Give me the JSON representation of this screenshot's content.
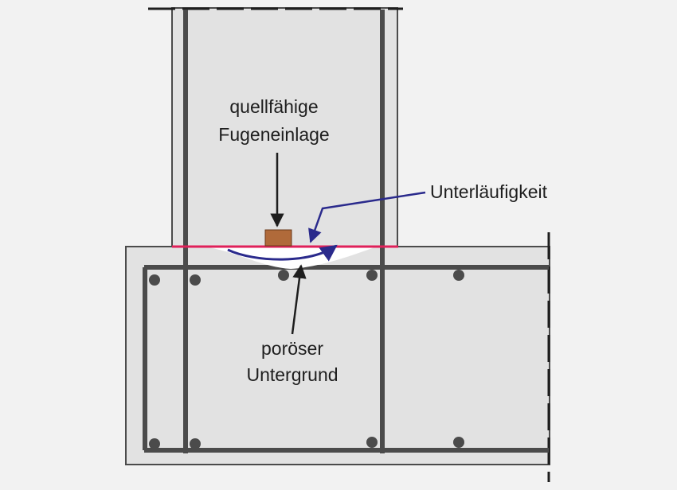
{
  "labels": {
    "joint_insert": [
      "quellfähige",
      "Fugeneinlage"
    ],
    "underflow": "Unterläufigkeit",
    "porous_subgrade": [
      "poröser",
      "Untergrund"
    ]
  },
  "colors": {
    "paper": "#f2f2f2",
    "concrete": "#e2e2e2",
    "rebar": "#4b4b4b",
    "joint_line": "#e0205a",
    "insert": "#b06a3a",
    "flow_arrow": "#2a2a8c",
    "void": "#ffffff"
  }
}
